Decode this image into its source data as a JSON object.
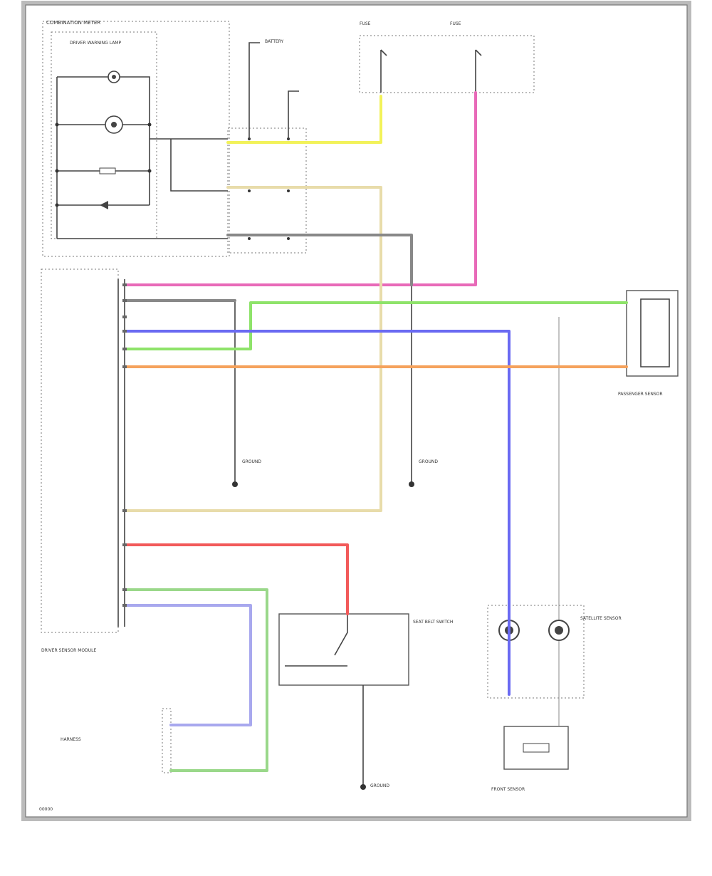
{
  "labels": {
    "combination_meter": "COMBINATION METER",
    "warning_lamp": "DRIVER WARNING LAMP",
    "battery": "BATTERY",
    "fuse_a": "FUSE",
    "fuse_b": "FUSE",
    "sensor_module": "DRIVER SENSOR MODULE",
    "passenger_sensor": "PASSENGER SENSOR",
    "belt_switch": "SEAT BELT SWITCH",
    "satellite_sensor": "SATELLITE SENSOR",
    "front_sensor": "FRONT SENSOR",
    "ground_left": "GROUND",
    "ground_right": "GROUND",
    "ground_bottom": "GROUND",
    "harness": "HARNESS",
    "page_code": "00000"
  },
  "wires": [
    {
      "id": "yel",
      "color": "#f2f25a"
    },
    {
      "id": "pnk",
      "color": "#e86ab8"
    },
    {
      "id": "grn",
      "color": "#8ee36a"
    },
    {
      "id": "blu",
      "color": "#6a6af2"
    },
    {
      "id": "org",
      "color": "#f5a25c"
    },
    {
      "id": "tan",
      "color": "#e8dcaa"
    },
    {
      "id": "red",
      "color": "#f25a5a"
    },
    {
      "id": "ltgrn",
      "color": "#9ad88a"
    },
    {
      "id": "ltblu",
      "color": "#a8a8ee"
    },
    {
      "id": "gry",
      "color": "#888888"
    }
  ]
}
